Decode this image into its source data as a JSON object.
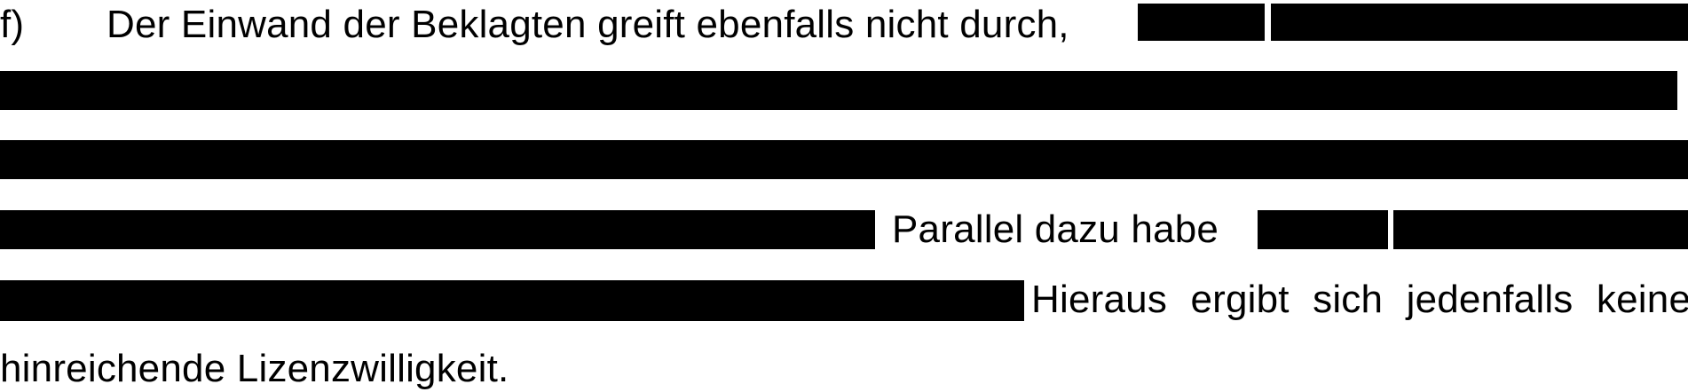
{
  "document": {
    "paragraph_marker": "f)",
    "line1_text": "Der Einwand der Beklagten greift ebenfalls nicht durch,",
    "line4_text": "Parallel dazu habe",
    "line5_text": "Hieraus ergibt sich jedenfalls keine",
    "line6_text": "hinreichende Lizenzwilligkeit.",
    "redaction_color": "#000000"
  }
}
